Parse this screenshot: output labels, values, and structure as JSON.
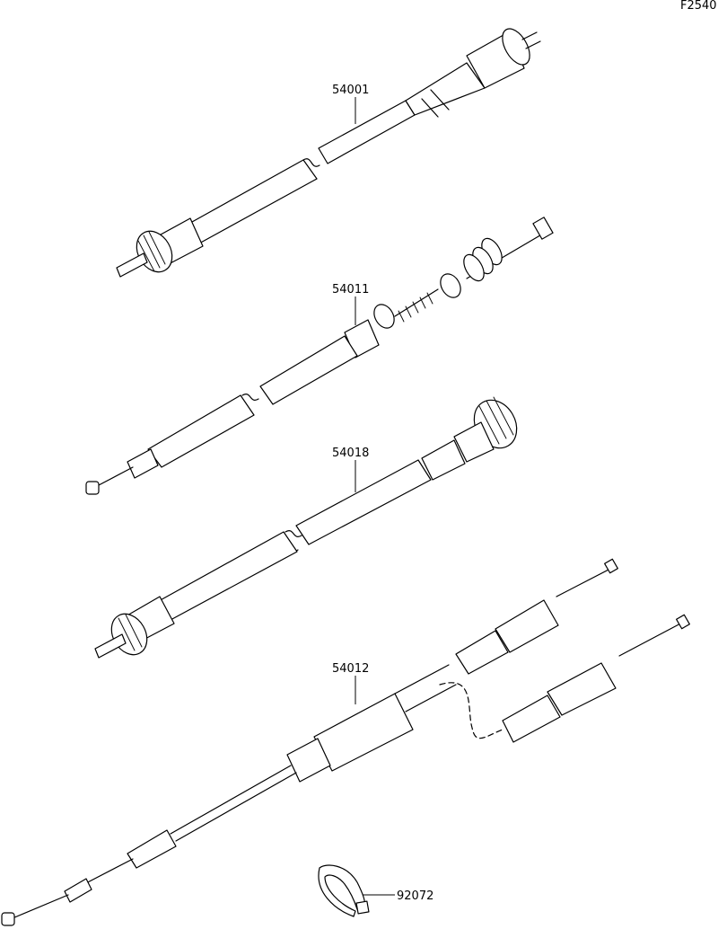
{
  "figure": {
    "code": "F2540"
  },
  "parts": [
    {
      "id": "cable-54001",
      "number": "54001"
    },
    {
      "id": "cable-54011",
      "number": "54011"
    },
    {
      "id": "cable-54018",
      "number": "54018"
    },
    {
      "id": "cable-54012",
      "number": "54012"
    },
    {
      "id": "band-92072",
      "number": "92072"
    }
  ]
}
